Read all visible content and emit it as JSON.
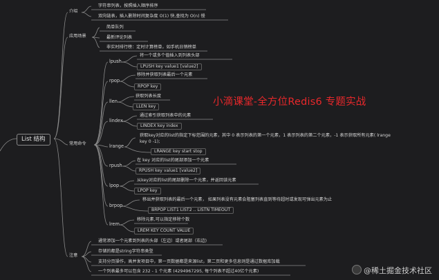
{
  "root": "List 结构",
  "categories": {
    "intro": "介绍",
    "usage": "应用场景",
    "commands": "常用命令",
    "notes": "注意"
  },
  "intro": [
    "字符串列表，按照插入顺序排序",
    "双向链表，插入删除时间复杂度 O(1) 快,查找为 O(n) 慢"
  ],
  "usage": [
    "简单队列",
    "最新评论列表",
    "非实时排行榜：定时计算榜单，如手机日销榜单"
  ],
  "commands": [
    {
      "name": "lpush",
      "desc": "将一个或多个值插入到列表头部",
      "syntax": "LPUSH key value1 [value2]"
    },
    {
      "name": "rpop",
      "desc": "移除并获取列表最后一个元素",
      "syntax": "RPOP key"
    },
    {
      "name": "llen",
      "desc": "获取列表长度",
      "syntax": "LLEN key"
    },
    {
      "name": "lindex",
      "desc": "通过索引获取列表中的元素",
      "syntax": "LINDEX key index"
    },
    {
      "name": "lrange",
      "desc": "获取key对应的list的指定下标范围的元素，其中 0 表示列表的第一个元素，1 表示列表的第二个元素，-1 表示获取所有元素( lrange key 0 -1);",
      "syntax": "LRANGE key start stop"
    },
    {
      "name": "rpush",
      "desc": "在 key 对应的list的尾部添加一个元素",
      "syntax": "RPUSH key value1 [value2]"
    },
    {
      "name": "lpop",
      "desc": "从key对应的list的尾部删除一个元素，并返回该元素",
      "syntax": "LPOP key"
    },
    {
      "name": "brpop",
      "desc": "移出并获取列表的最后一个元素， 如果列表没有元素会阻塞列表直到等待超时或发现可弹出元素为止",
      "syntax": "BRPOP LIST1 LIST2 .. LISTN TIMEOUT"
    },
    {
      "name": "lrem",
      "desc": "移除元素,可以指定移除个数",
      "syntax": "LREM KEY COUNT VALUE"
    }
  ],
  "notes": [
    "通常添加一个元素到列表的头部（左边）或者尾部（右边)",
    "存储的都是string字符串类型",
    "支持分页操作，高并发项目中，第一页数据都是来源list，第二页和更多信息则是通过数据库加载",
    "一个列表最多可以包含 232 - 1 个元素 (4294967295, 每个列表不超过40亿个元素)"
  ],
  "watermark": "小滴课堂-全方位Redis6 专题实战",
  "site_watermark": "@稀土掘金技术社区",
  "colors": {
    "background": "#1d1d1f",
    "line": "#8c8c8c",
    "watermark": "#e8282b"
  }
}
